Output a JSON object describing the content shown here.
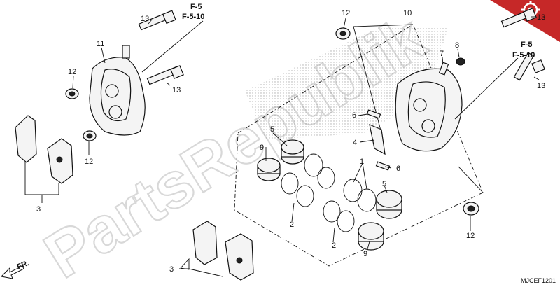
{
  "watermark": "PartsRepublik",
  "diagram_code": "MJCEF1201",
  "direction_label": "FR.",
  "references": [
    {
      "page": "F-5",
      "subpage": "F-5-10"
    },
    {
      "page": "F-5",
      "subpage": "F-5-10"
    }
  ],
  "callouts": {
    "c13a": "13",
    "c11": "11",
    "c12a": "12",
    "c13b": "13",
    "c12b": "12",
    "c3a": "3",
    "c12c": "12",
    "c10": "10",
    "c7": "7",
    "c8": "8",
    "c13c": "13",
    "c13d": "13",
    "c6a": "6",
    "c5a": "5",
    "c9a": "9",
    "c4": "4",
    "c6b": "6",
    "c1": "1",
    "c5b": "5",
    "c2a": "2",
    "c2b": "2",
    "c9b": "9",
    "c12d": "12",
    "c3b": "3"
  },
  "colors": {
    "corner_badge": "#c62828",
    "line": "#111111",
    "watermark": "#d8d8d8"
  },
  "icons": [
    "gear-icon"
  ]
}
